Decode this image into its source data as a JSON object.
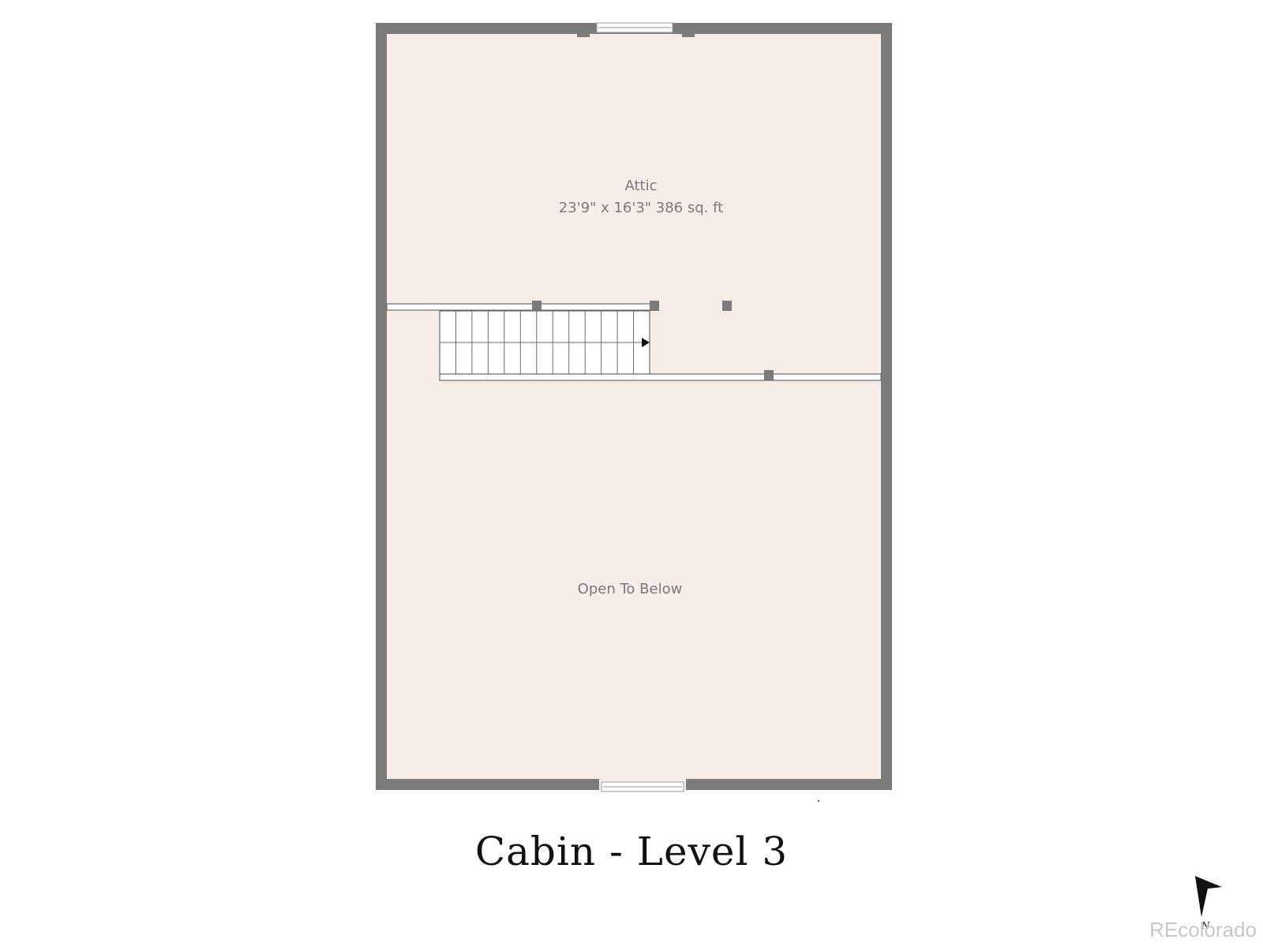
{
  "rooms": [
    {
      "name": "Attic",
      "dimensions": "23'9\" x 16'3\" 386 sq. ft"
    },
    {
      "name": "Open To Below",
      "dimensions": ""
    }
  ],
  "title": "Cabin - Level 3",
  "compass": {
    "letter": "N"
  },
  "watermark": "REcolorado",
  "colors": {
    "wall": "#7b7b7b",
    "floor": "#f6ece8",
    "label": "#7a7a7a"
  },
  "icons": {
    "compass": "north-arrow-icon",
    "stair_direction": "arrow-right-icon"
  }
}
